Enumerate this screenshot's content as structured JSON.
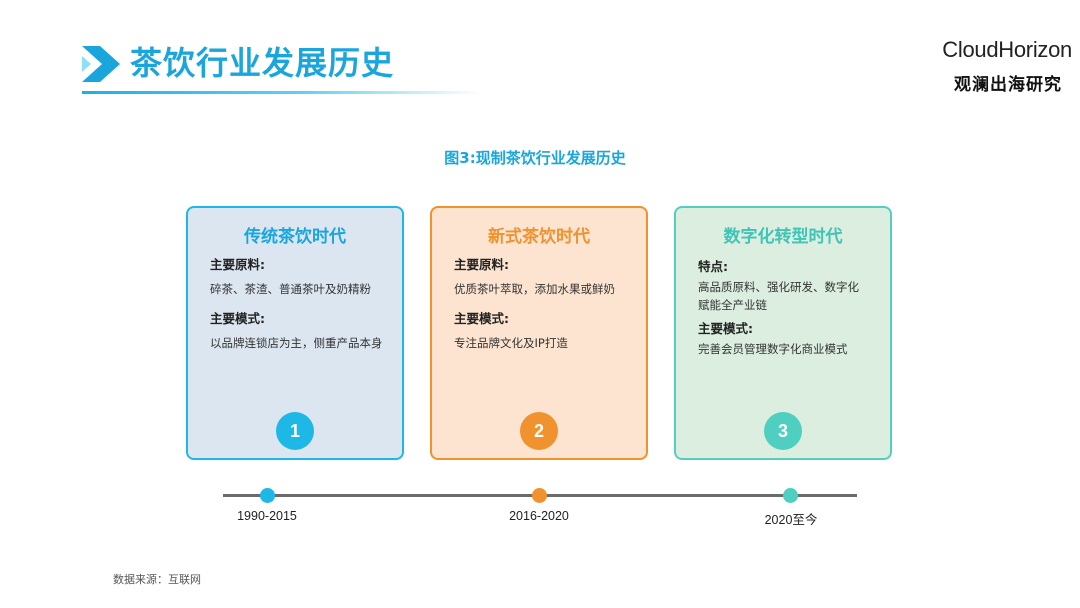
{
  "header": {
    "title": "茶饮行业发展历史",
    "brand_en": "CloudHorizon",
    "brand_cn": "观澜出海研究"
  },
  "figure": {
    "caption": "图3:现制茶饮行业发展历史"
  },
  "cards": [
    {
      "title": "传统茶饮时代",
      "section1_label": "主要原料:",
      "section1_text": "碎茶、茶渣、普通茶叶及奶精粉",
      "section2_label": "主要模式:",
      "section2_text": "以品牌连锁店为主，侧重产品本身",
      "number": "1"
    },
    {
      "title": "新式茶饮时代",
      "section1_label": "主要原料:",
      "section1_text": "优质茶叶萃取，添加水果或鲜奶",
      "section2_label": "主要模式:",
      "section2_text": "专注品牌文化及IP打造",
      "number": "2"
    },
    {
      "title": "数字化转型时代",
      "section1_label": "特点:",
      "section1_text": "高品质原料、强化研发、数字化赋能全产业链",
      "section2_label": "主要模式:",
      "section2_text": "完善会员管理数字化商业模式",
      "number": "3"
    }
  ],
  "timeline": [
    {
      "label": "1990-2015"
    },
    {
      "label": "2016-2020"
    },
    {
      "label": "2020至今"
    }
  ],
  "footer": {
    "source": "数据来源：互联网"
  },
  "colors": {
    "primary_blue": "#1aa6dc",
    "orange": "#f0922e",
    "teal": "#4fcfc0"
  }
}
